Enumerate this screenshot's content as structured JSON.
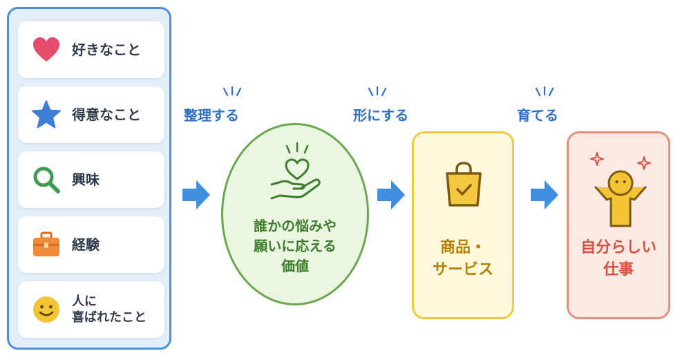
{
  "inputs": [
    {
      "label": "好きなこと",
      "icon": "heart-icon"
    },
    {
      "label": "得意なこと",
      "icon": "star-icon"
    },
    {
      "label": "興味",
      "icon": "magnifier-icon"
    },
    {
      "label": "経験",
      "icon": "briefcase-icon"
    },
    {
      "label_line1": "人に",
      "label_line2": "喜ばれたこと",
      "icon": "smiley-icon"
    }
  ],
  "steps": [
    {
      "label": "整理する"
    },
    {
      "label": "形にする"
    },
    {
      "label": "育てる"
    }
  ],
  "value": {
    "line1": "誰かの悩みや",
    "line2": "願いに応える",
    "line3": "価値",
    "icon": "hand-heart-icon"
  },
  "product": {
    "line1": "商品・",
    "line2": "サービス",
    "icon": "shopping-bag-icon"
  },
  "work": {
    "line1": "自分らしい",
    "line2": "仕事",
    "icon": "cheering-person-icon"
  },
  "colors": {
    "panel_border": "#4f8fd9",
    "step_label": "#2d6fc0",
    "arrow": "#3f8ee0",
    "value_green": "#6aa84f",
    "product_yellow": "#f0c93c",
    "work_red": "#e68e7d"
  }
}
